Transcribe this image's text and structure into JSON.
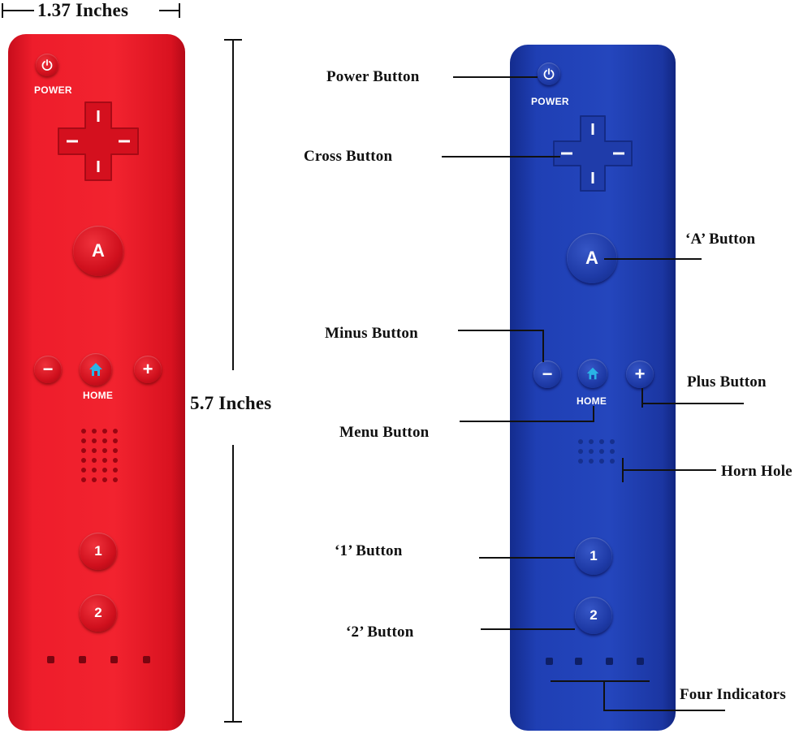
{
  "dimensions": {
    "width_label": "1.37 Inches",
    "height_label": "5.7 Inches"
  },
  "remote_labels": {
    "power": "POWER",
    "home": "HOME",
    "a": "A",
    "one": "1",
    "two": "2"
  },
  "callouts": {
    "power_button": "Power Button",
    "cross_button": "Cross Button",
    "a_button": "‘A’  Button",
    "minus_button": "Minus Button",
    "plus_button": "Plus Button",
    "menu_button": "Menu Button",
    "horn_hole": "Horn Hole",
    "one_button": "‘1’  Button",
    "two_button": "‘2’ Button",
    "four_indicators": "Four Indicators"
  },
  "colors": {
    "red_remote": "#ee1d2b",
    "blue_remote": "#2446bd",
    "home_icon": "#2ab4e6"
  }
}
